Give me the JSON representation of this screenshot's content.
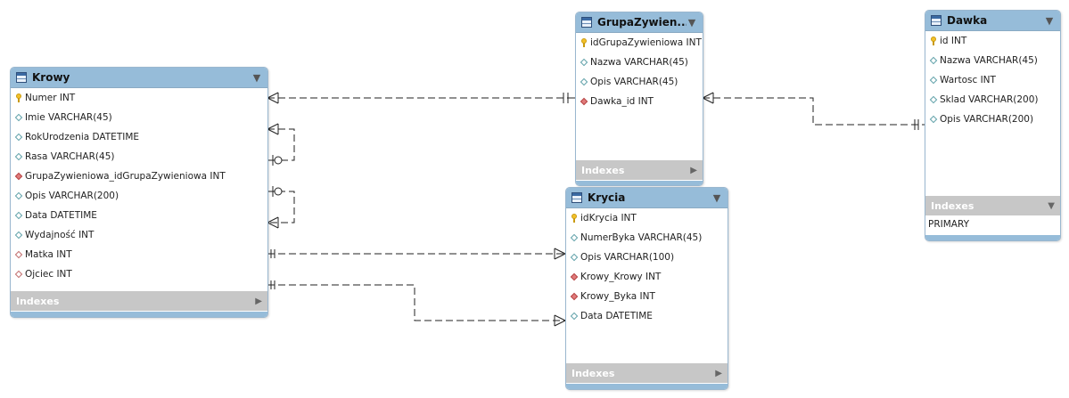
{
  "tables": {
    "krowy": {
      "name": "Krowy",
      "columns": [
        {
          "label": "Numer INT",
          "icon": "primary-key-icon"
        },
        {
          "label": "Imie VARCHAR(45)",
          "icon": "column-diamond-icon"
        },
        {
          "label": "RokUrodzenia DATETIME",
          "icon": "column-diamond-icon"
        },
        {
          "label": "Rasa VARCHAR(45)",
          "icon": "column-diamond-icon"
        },
        {
          "label": "GrupaZywieniowa_idGrupaZywieniowa INT",
          "icon": "foreign-key-icon"
        },
        {
          "label": "Opis VARCHAR(200)",
          "icon": "column-diamond-icon"
        },
        {
          "label": "Data DATETIME",
          "icon": "column-diamond-icon"
        },
        {
          "label": "Wydajność INT",
          "icon": "column-diamond-icon"
        },
        {
          "label": "Matka INT",
          "icon": "nullable-fk-icon"
        },
        {
          "label": "Ojciec INT",
          "icon": "nullable-fk-icon"
        }
      ],
      "indexes_label": "Indexes"
    },
    "grupa": {
      "name": "GrupaZywien...",
      "columns": [
        {
          "label": "idGrupaZywieniowa INT",
          "icon": "primary-key-icon"
        },
        {
          "label": "Nazwa VARCHAR(45)",
          "icon": "column-diamond-icon"
        },
        {
          "label": "Opis VARCHAR(45)",
          "icon": "column-diamond-icon"
        },
        {
          "label": "Dawka_id INT",
          "icon": "foreign-key-icon"
        }
      ],
      "indexes_label": "Indexes"
    },
    "krycia": {
      "name": "Krycia",
      "columns": [
        {
          "label": "idKrycia INT",
          "icon": "primary-key-icon"
        },
        {
          "label": "NumerByka VARCHAR(45)",
          "icon": "column-diamond-icon"
        },
        {
          "label": "Opis VARCHAR(100)",
          "icon": "column-diamond-icon"
        },
        {
          "label": "Krowy_Krowy INT",
          "icon": "foreign-key-icon"
        },
        {
          "label": "Krowy_Byka INT",
          "icon": "foreign-key-icon"
        },
        {
          "label": "Data DATETIME",
          "icon": "column-diamond-icon"
        }
      ],
      "indexes_label": "Indexes"
    },
    "dawka": {
      "name": "Dawka",
      "columns": [
        {
          "label": "id INT",
          "icon": "primary-key-icon"
        },
        {
          "label": "Nazwa VARCHAR(45)",
          "icon": "column-diamond-icon"
        },
        {
          "label": "Wartosc INT",
          "icon": "column-diamond-icon"
        },
        {
          "label": "Sklad VARCHAR(200)",
          "icon": "column-diamond-icon"
        },
        {
          "label": "Opis VARCHAR(200)",
          "icon": "column-diamond-icon"
        }
      ],
      "indexes_label": "Indexes",
      "index_entries": [
        "PRIMARY"
      ]
    }
  },
  "icons": {
    "table": "table-icon",
    "collapse": "chevron-down-icon",
    "indexes_collapsed": "chevron-right-icon",
    "indexes_expanded": "chevron-down-icon"
  },
  "colors": {
    "header": "#96bcd9",
    "indexes_bar": "#c7c7c7",
    "line": "#222222"
  }
}
